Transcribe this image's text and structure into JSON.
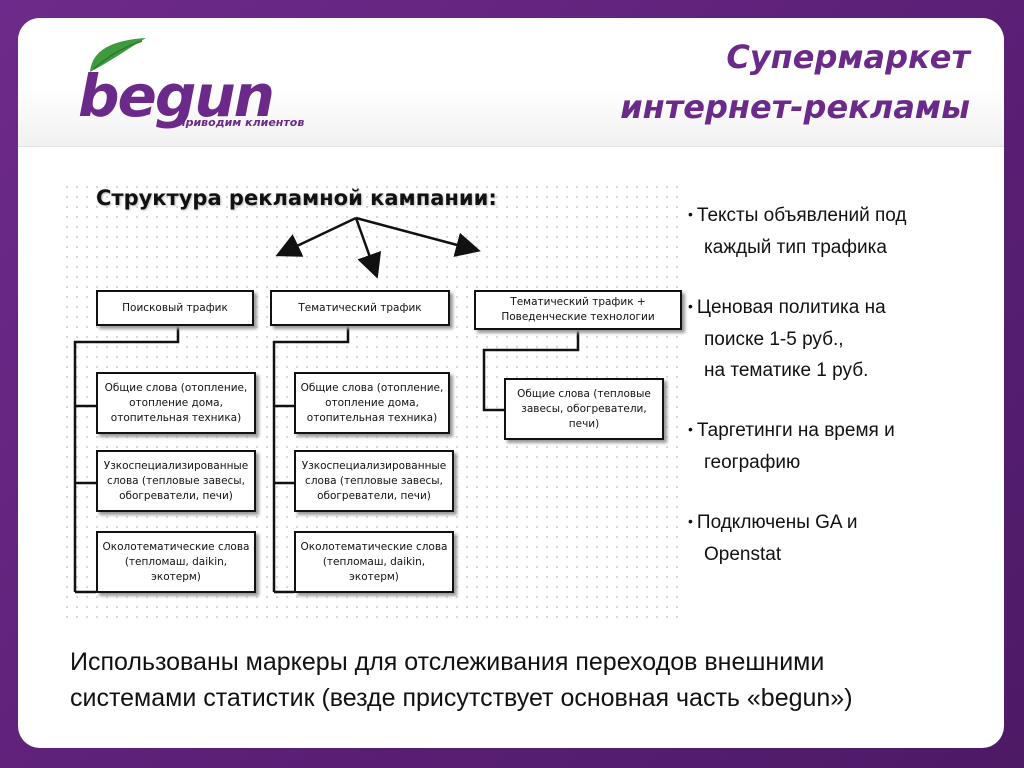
{
  "logo": {
    "word": "begun",
    "tagline": "приводим клиентов",
    "colors": {
      "primary": "#6b2a8a",
      "leaf": "#3d9b3d"
    }
  },
  "title": {
    "line1": "Супермаркет",
    "line2": "интернет-рекламы"
  },
  "diagram": {
    "title": "Структура рекламной кампании:",
    "columns": [
      {
        "header": "Поисковый трафик",
        "items": [
          "Общие слова (отопление, отопление дома, отопительная техника)",
          "Узкоспециализированные слова (тепловые завесы, обогреватели, печи)",
          "Околотематические слова (тепломаш, daikin, экотерм)"
        ]
      },
      {
        "header": "Тематический трафик",
        "items": [
          "Общие слова (отопление, отопление дома, отопительная техника)",
          "Узкоспециализированные слова (тепловые завесы, обогреватели, печи)",
          "Околотематические слова (тепломаш, daikin, экотерм)"
        ]
      },
      {
        "header": "Тематический трафик + Поведенческие технологии",
        "items": [
          "Общие слова (тепловые завесы, обогреватели, печи)"
        ]
      }
    ]
  },
  "bullets": [
    {
      "lines": [
        "Тексты объявлений под",
        "каждый тип трафика"
      ]
    },
    {
      "lines": [
        "Ценовая политика на",
        "поиске 1-5 руб.,",
        "на тематике  1 руб."
      ]
    },
    {
      "lines": [
        "Таргетинги на время и",
        "географию"
      ]
    },
    {
      "lines": [
        "Подключены GA и",
        "Openstat"
      ]
    }
  ],
  "footer": {
    "line1": "Использованы маркеры для отслеживания переходов внешними",
    "line2": "системами статистик (везде присутствует основная часть «begun»)"
  }
}
